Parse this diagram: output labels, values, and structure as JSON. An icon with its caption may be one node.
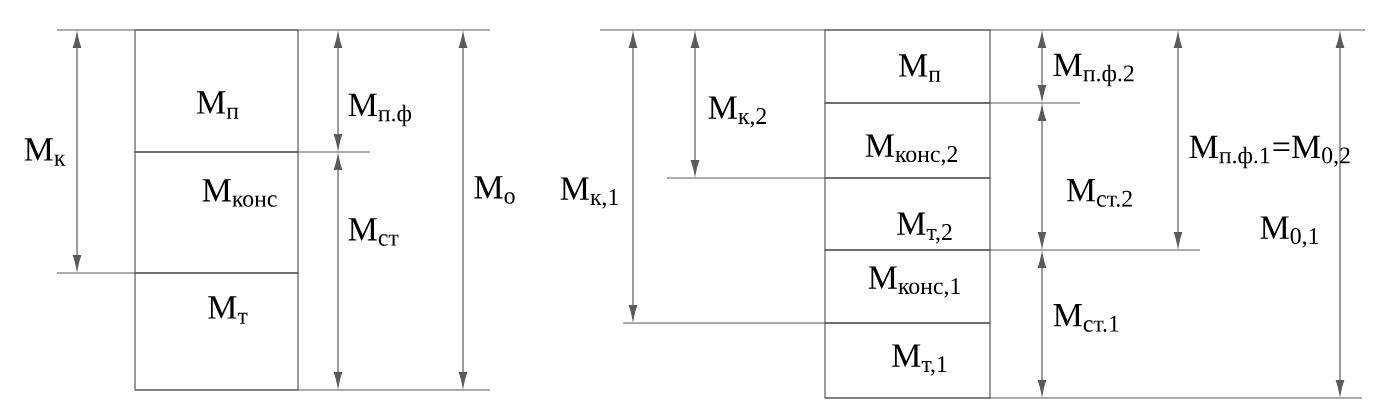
{
  "diagram": {
    "nodes": [
      {
        "text": [
          "М$_{п}$"
        ]
      },
      {
        "text": [
          "М$_{конс}$"
        ]
      },
      {
        "text": [
          "М$_{т}$"
        ]
      },
      {
        "text": [
          "М$_{п}$"
        ]
      },
      {
        "text": [
          "М$_{конс,2}$"
        ]
      },
      {
        "text": [
          "М$_{т,2}$"
        ]
      },
      {
        "text": [
          "М$_{конс,1}$"
        ]
      },
      {
        "text": [
          "М$_{т,1}$"
        ]
      }
    ],
    "labels": [
      "М$_{к}$",
      "М$_{п.ф}$",
      "М$_{ст}$",
      "М$_{о}$",
      "М$_{к,2}$",
      "М$_{к,1}$",
      "М$_{п.ф.2}$",
      "М$_{ст.2}$",
      "М$_{п.ф.1}$=М$_{0,2}$",
      "М$_{0,1}$",
      "М$_{ст.1}$"
    ]
  }
}
